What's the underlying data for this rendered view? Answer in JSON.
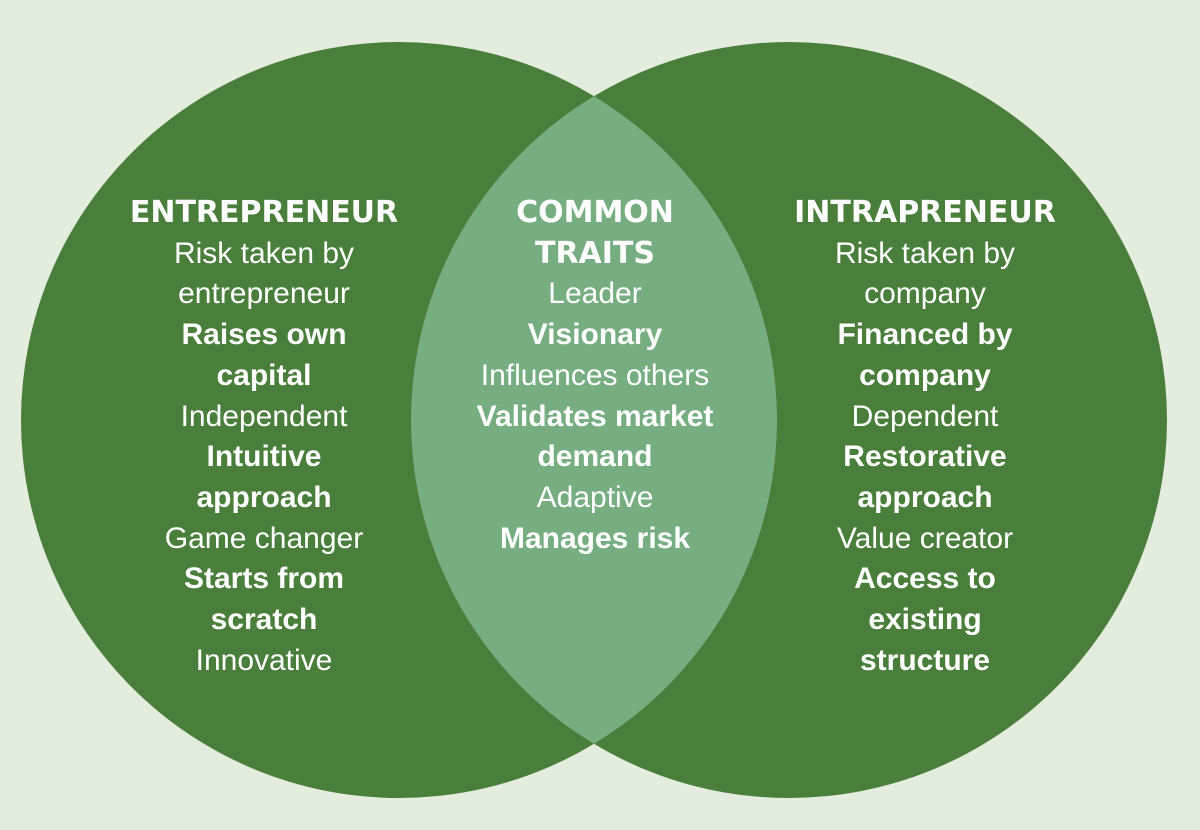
{
  "colors": {
    "background": "#e4ecde",
    "circle": "#4a7f3b",
    "overlap": "#76ae82",
    "text": "#ffffff"
  },
  "entrepreneur": {
    "title": "ENTREPRENEUR",
    "traits": [
      {
        "text": "Risk taken by",
        "bold": false
      },
      {
        "text": "entrepreneur",
        "bold": false
      },
      {
        "text": "Raises own",
        "bold": true
      },
      {
        "text": "capital",
        "bold": true
      },
      {
        "text": "Independent",
        "bold": false
      },
      {
        "text": "Intuitive",
        "bold": true
      },
      {
        "text": "approach",
        "bold": true
      },
      {
        "text": "Game changer",
        "bold": false
      },
      {
        "text": "Starts from",
        "bold": true
      },
      {
        "text": "scratch",
        "bold": true
      },
      {
        "text": "Innovative",
        "bold": false
      }
    ]
  },
  "common": {
    "title_line1": "COMMON",
    "title_line2": "TRAITS",
    "traits": [
      {
        "text": "Leader",
        "bold": false
      },
      {
        "text": "Visionary",
        "bold": true
      },
      {
        "text": "Influences others",
        "bold": false
      },
      {
        "text": "Validates market",
        "bold": true
      },
      {
        "text": "demand",
        "bold": true
      },
      {
        "text": "Adaptive",
        "bold": false
      },
      {
        "text": "Manages risk",
        "bold": true
      }
    ]
  },
  "intrapreneur": {
    "title": "INTRAPRENEUR",
    "traits": [
      {
        "text": "Risk taken by",
        "bold": false
      },
      {
        "text": "company",
        "bold": false
      },
      {
        "text": "Financed by",
        "bold": true
      },
      {
        "text": "company",
        "bold": true
      },
      {
        "text": "Dependent",
        "bold": false
      },
      {
        "text": "Restorative",
        "bold": true
      },
      {
        "text": "approach",
        "bold": true
      },
      {
        "text": "Value creator",
        "bold": false
      },
      {
        "text": "Access to",
        "bold": true
      },
      {
        "text": "existing",
        "bold": true
      },
      {
        "text": "structure",
        "bold": true
      }
    ]
  }
}
